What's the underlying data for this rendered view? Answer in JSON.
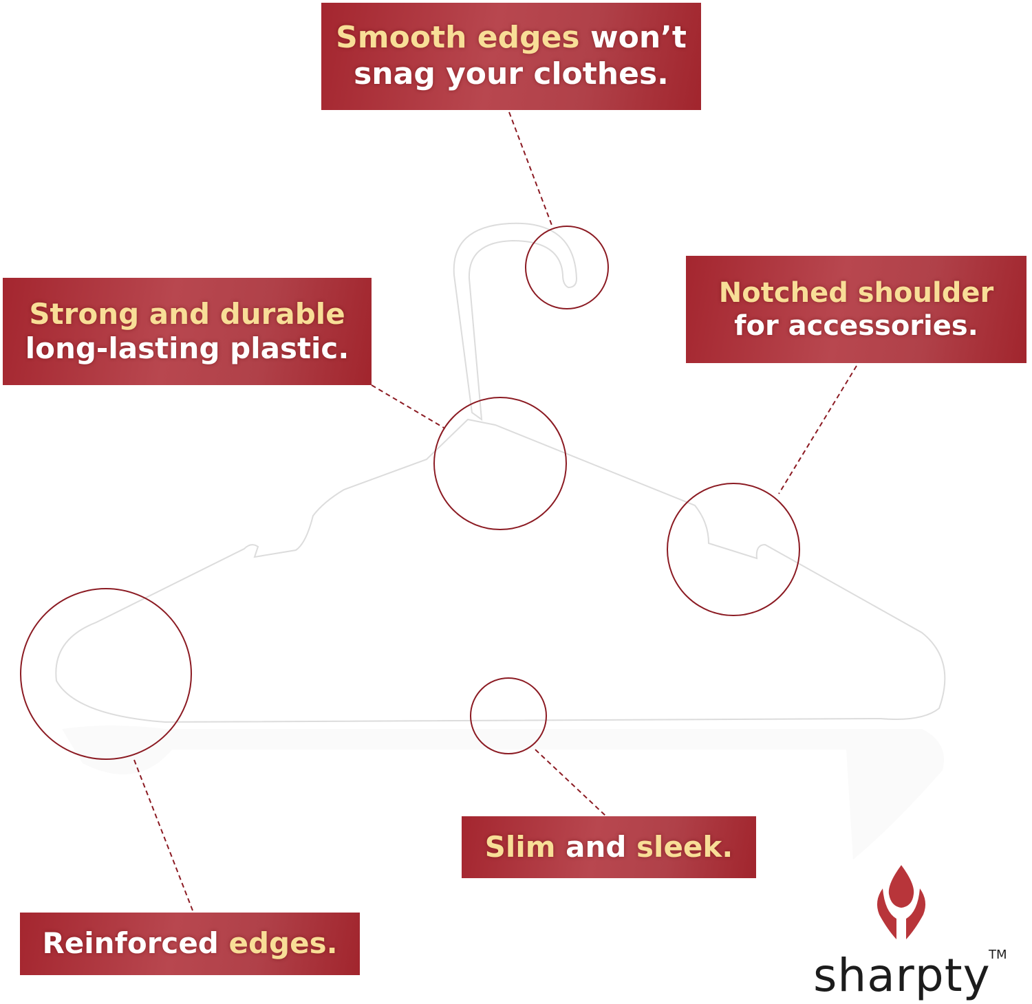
{
  "colors": {
    "box": "#a4262f",
    "highlight": "#f8de97",
    "accent": "#8b1a22"
  },
  "callouts": {
    "smooth": {
      "l1a": "Smooth edges",
      "l1b": " won’t",
      "l2": "snag your clothes."
    },
    "strong": {
      "l1": "Strong and durable",
      "l2": "long-lasting plastic."
    },
    "notched": {
      "l1": "Notched shoulder",
      "l2": "for accessories."
    },
    "slim": {
      "a": "Slim",
      "b": " and ",
      "c": "sleek."
    },
    "reinforced": {
      "a": "Reinforced ",
      "b": "edges."
    }
  },
  "brand": {
    "name": "sharpty",
    "tm": "TM"
  }
}
